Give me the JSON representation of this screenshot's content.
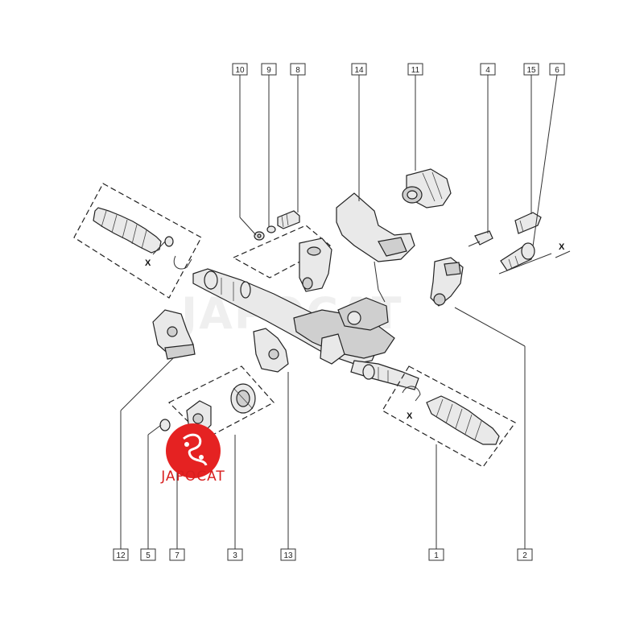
{
  "diagram": {
    "callouts": [
      {
        "id": "c10",
        "text": "10"
      },
      {
        "id": "c9",
        "text": "9"
      },
      {
        "id": "c8",
        "text": "8"
      },
      {
        "id": "c14",
        "text": "14"
      },
      {
        "id": "c11",
        "text": "11"
      },
      {
        "id": "c4",
        "text": "4"
      },
      {
        "id": "c15",
        "text": "15"
      },
      {
        "id": "c6",
        "text": "6"
      },
      {
        "id": "c12",
        "text": "12"
      },
      {
        "id": "c5",
        "text": "5"
      },
      {
        "id": "c7",
        "text": "7"
      },
      {
        "id": "c3",
        "text": "3"
      },
      {
        "id": "c13",
        "text": "13"
      },
      {
        "id": "c1",
        "text": "1"
      },
      {
        "id": "c2",
        "text": "2"
      }
    ],
    "dimension_marks": {
      "x_left_boot": "X",
      "x_right_boot": "X",
      "x_bolt": "X"
    },
    "watermark": "JAPOCAT",
    "logo": {
      "text": "JAPOCAT",
      "color": "#d81e1e"
    }
  }
}
